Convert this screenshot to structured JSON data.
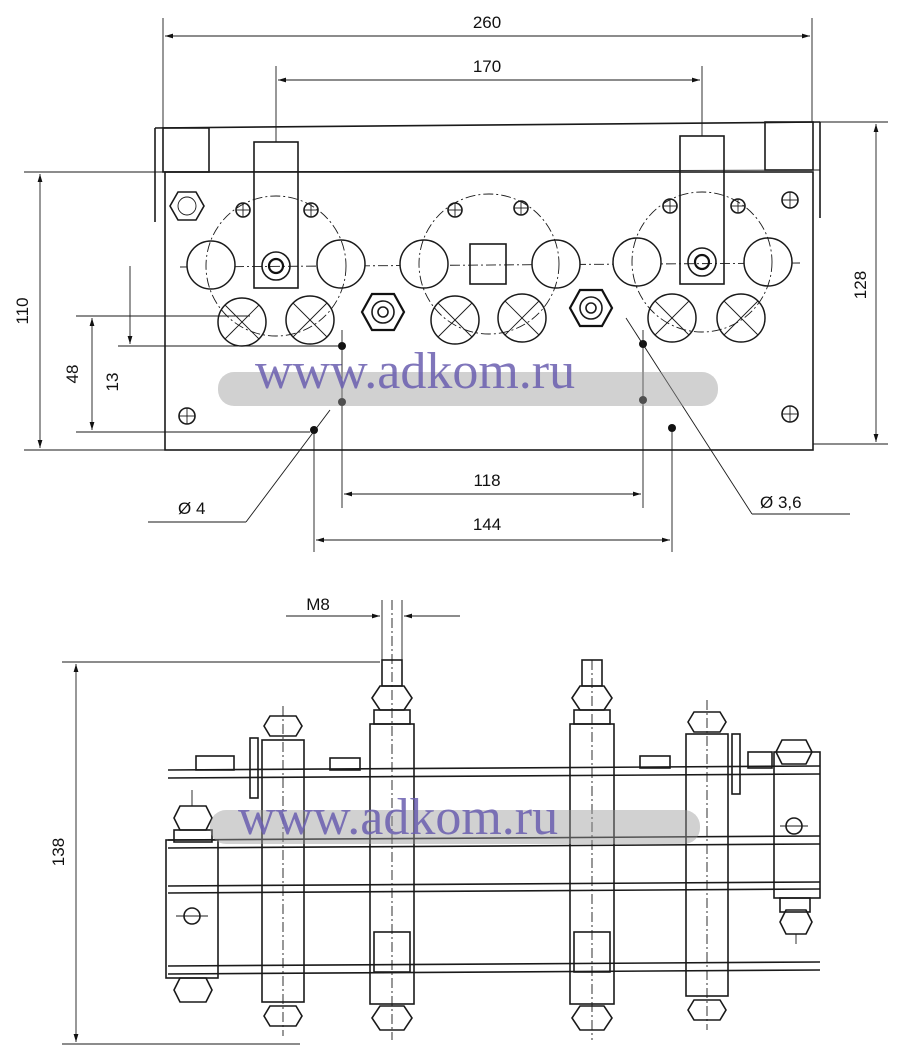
{
  "dimensions_top": {
    "overall_width": "260",
    "pin_spacing": "170",
    "height_left": "110",
    "height_right": "128",
    "hole_offset_48": "48",
    "hole_offset_13": "13",
    "hole_span_118": "118",
    "hole_span_144": "144",
    "diameter_4": "Ø 4",
    "diameter_3_6": "Ø 3,6"
  },
  "dimensions_side": {
    "thread": "M8",
    "overall_height": "138"
  },
  "watermark": {
    "text_top": "www.adkom.ru",
    "text_bottom": "www.adkom.ru",
    "color": "#6a5fb0"
  }
}
